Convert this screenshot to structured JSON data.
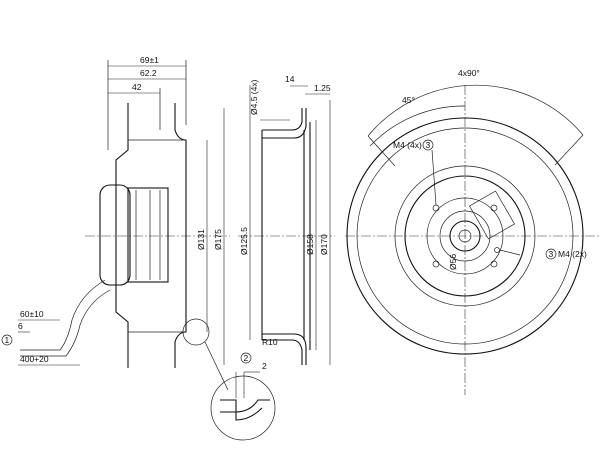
{
  "side_view": {
    "width_overall": "69±1",
    "width_62": "62.2",
    "width_42": "42",
    "dia_131": "Ø131",
    "dia_175": "Ø175",
    "lead_60": "60±10",
    "lead_6": "6",
    "lead_400": "400+20",
    "callout_1": "1"
  },
  "section_view": {
    "hole": "Ø4.5 (4x)",
    "dim_14": "14",
    "dim_125": "1.25",
    "dia_1255": "Ø125.5",
    "dia_158": "Ø158",
    "dia_170": "Ø170",
    "radius": "R10",
    "callout_2": "2",
    "detail_2": "2"
  },
  "front_view": {
    "angle_4x90": "4x90°",
    "angle_45": "45°",
    "thread_m4_4x": "M4 (4x)",
    "callout_3a": "3",
    "thread_m4_2x": "M4 (2x)",
    "callout_3b": "3",
    "dia_56": "Ø56"
  }
}
